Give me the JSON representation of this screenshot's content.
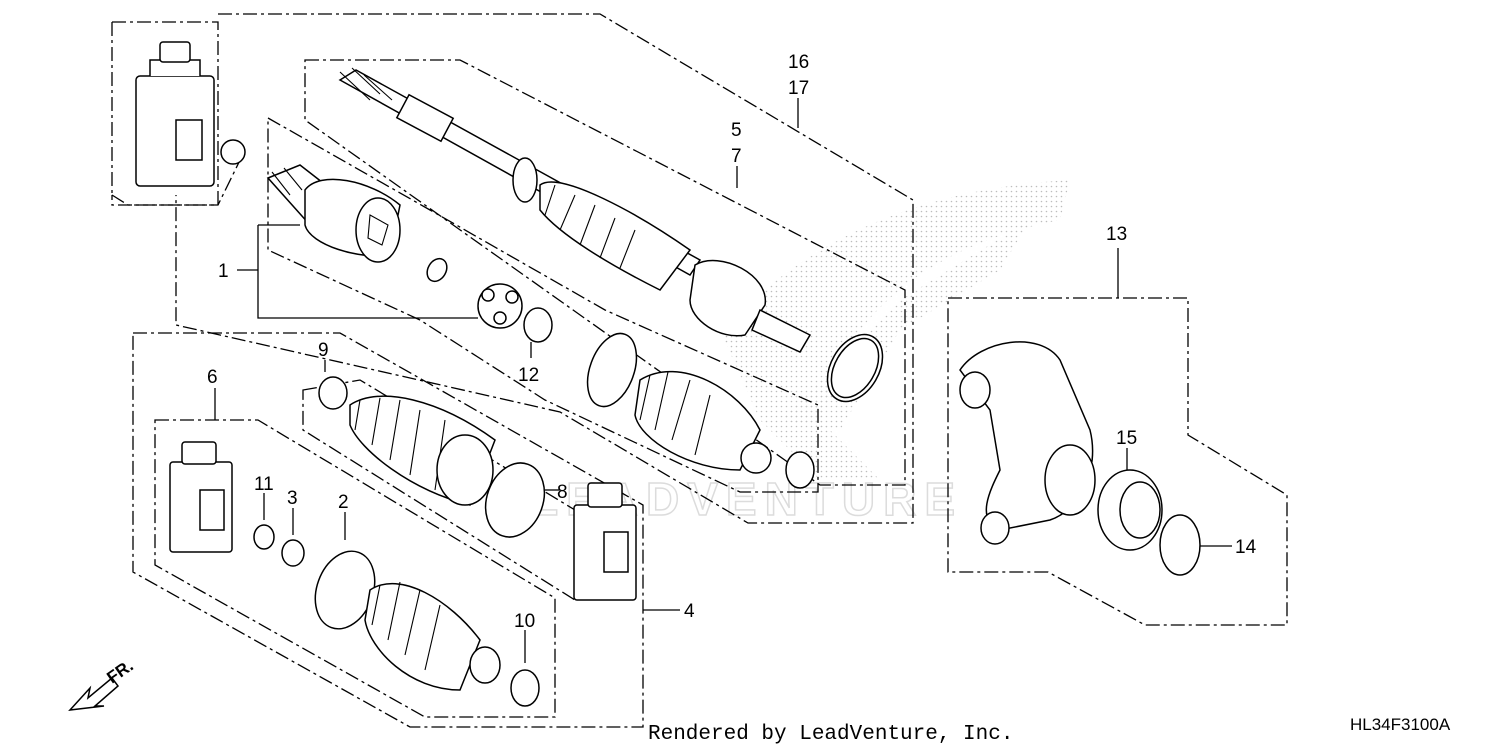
{
  "callouts": {
    "n1": "1",
    "n2": "2",
    "n3": "3",
    "n4": "4",
    "n5": "5",
    "n6": "6",
    "n7": "7",
    "n8": "8",
    "n9": "9",
    "n10": "10",
    "n11": "11",
    "n12": "12",
    "n13": "13",
    "n14": "14",
    "n15": "15",
    "n16": "16",
    "n17": "17"
  },
  "credit": "Rendered by LeadVenture, Inc.",
  "diagram_code": "HL34F3100A",
  "front_indicator": "FR.",
  "watermark": "LEADVENTURE",
  "icons": {
    "front_arrow": "arrow-down-left-icon",
    "grease": "grease-bottle-icon"
  },
  "colors": {
    "line": "#000000",
    "watermark": "#dcdcdc",
    "background": "#ffffff"
  }
}
